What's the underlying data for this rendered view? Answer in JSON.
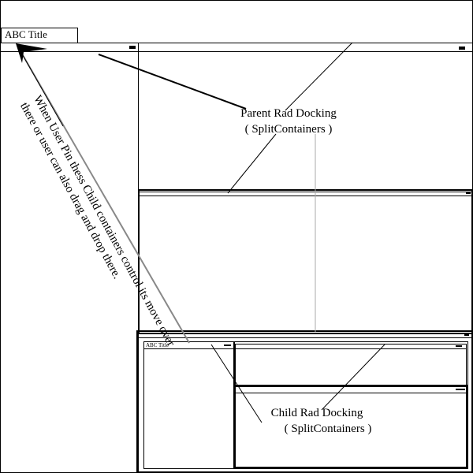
{
  "tab": {
    "title": "ABC Title"
  },
  "child_tab": {
    "title": "ABC Title"
  },
  "annotations": {
    "parent_line1": "Parent Rad Docking",
    "parent_line2": "( SplitContainers )",
    "child_line1": "Child Rad Docking",
    "child_line2": "( SplitContainers )",
    "pin_note_line1": "When User Pin thess Child containers control its move over",
    "pin_note_line2": "there or user can also drag and drop there."
  }
}
